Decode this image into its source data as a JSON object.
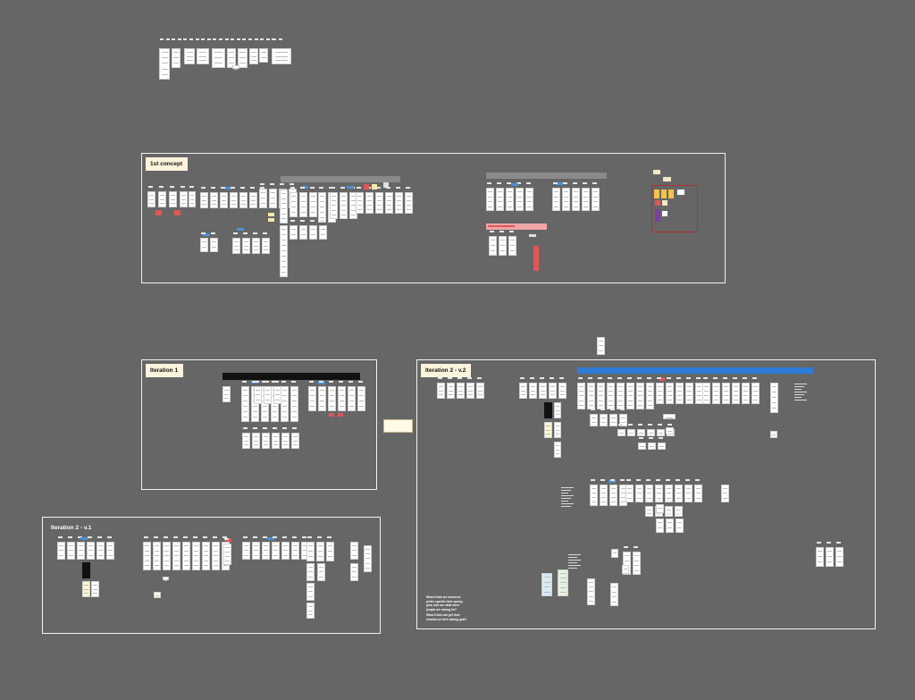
{
  "canvas": {
    "background": "#666666",
    "frame_border_color": "#f2f2f2",
    "title_badge_color": "#fbf3dc"
  },
  "sections": {
    "first_concept": {
      "title": "1st concept"
    },
    "iteration_1": {
      "title": "Iteration 1"
    },
    "iteration_2_v1": {
      "title": "Iteration 2 - v.1"
    },
    "iteration_2_v2": {
      "title": "Iteration 2 - v.2"
    }
  },
  "notes": {
    "question_1": "What if kids are shown to prefer specific their saving goal, and see what other people are saving for?",
    "question_2": "What if kids can get their reaction on their saving goal?"
  },
  "colors": {
    "accent_blue": "#4a90d9",
    "flow_bar_blue": "#2f7bd8",
    "sticky_red": "#e05656",
    "sticky_pink": "#f0a6a6",
    "sticky_yellow": "#f4e9a8",
    "dark_header": "#111111",
    "grey_header": "#8a8a8a"
  }
}
